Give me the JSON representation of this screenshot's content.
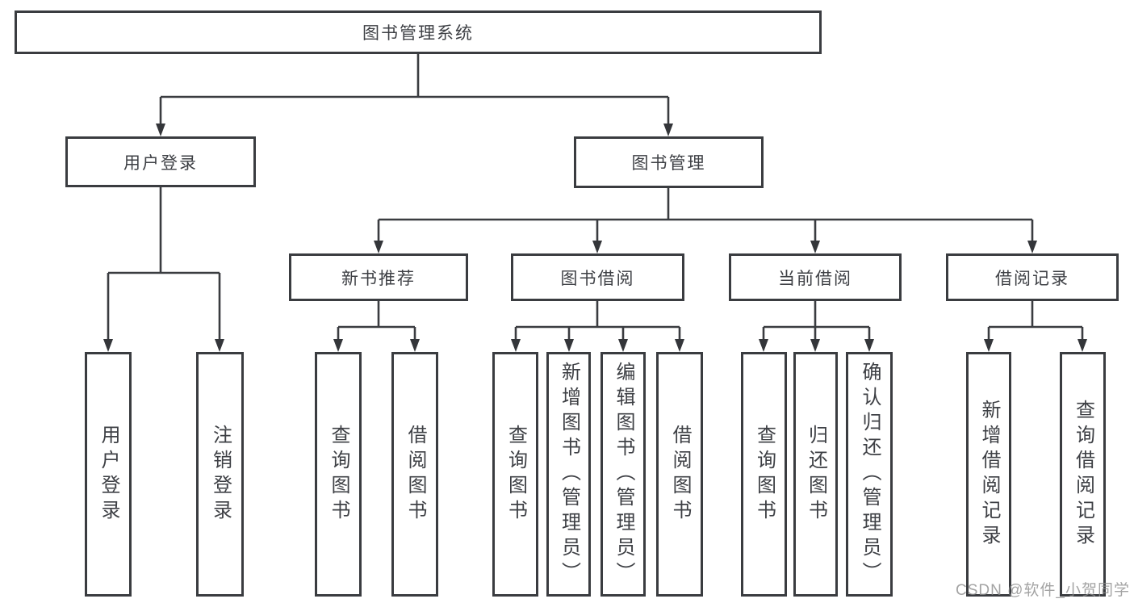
{
  "tree": {
    "root": "图书管理系统",
    "user_login": {
      "label": "用户登录",
      "children": [
        "用户登录",
        "注销登录"
      ]
    },
    "book_management": {
      "label": "图书管理",
      "children": {
        "new_book_recommend": {
          "label": "新书推荐",
          "children": [
            "查询图书",
            "借阅图书"
          ]
        },
        "book_borrowing": {
          "label": "图书借阅",
          "children": [
            "查询图书",
            "新增图书（管理员）",
            "编辑图书（管理员）",
            "借阅图书"
          ]
        },
        "current_borrowing": {
          "label": "当前借阅",
          "children": [
            "查询图书",
            "归还图书",
            "确认归还（管理员）"
          ]
        },
        "borrowing_records": {
          "label": "借阅记录",
          "children": [
            "新增借阅记录",
            "查询借阅记录"
          ]
        }
      }
    }
  },
  "watermark": "CSDN @软件_小贺同学",
  "colors": {
    "line": "#3a3c40",
    "text": "#3e4045",
    "background": "#ffffff",
    "watermark": "#8c8c8c"
  }
}
